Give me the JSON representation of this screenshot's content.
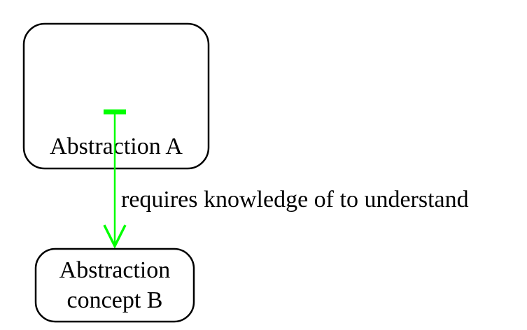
{
  "nodes": {
    "abstraction_a": {
      "label": "Abstraction A"
    },
    "abstraction_b": {
      "label_line_1": "Abstraction",
      "label_line_2": "concept B"
    }
  },
  "edge": {
    "label": "requires knowledge of to understand",
    "color": "#00ff00",
    "tail": "bar",
    "head": "open-arrow"
  },
  "colors": {
    "node_border": "#000000",
    "background": "#ffffff",
    "text": "#000000"
  }
}
